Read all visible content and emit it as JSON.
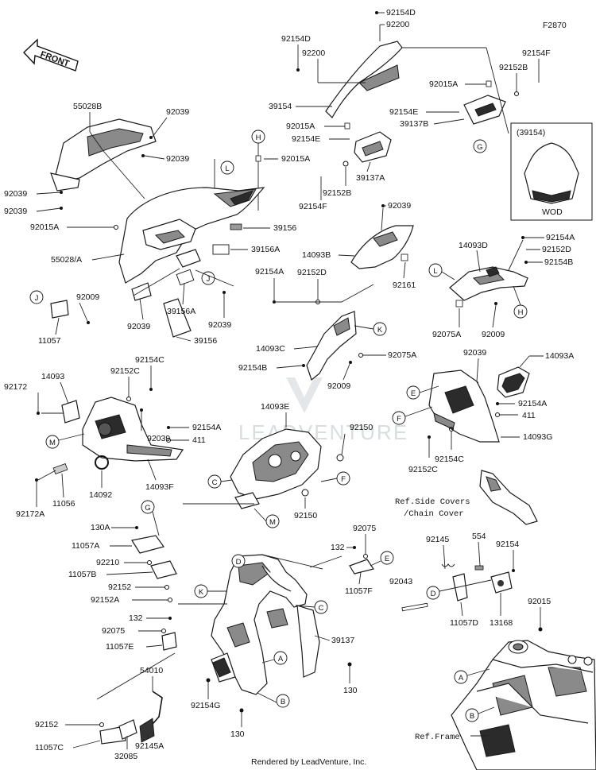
{
  "diagram_code": "F2870",
  "front_label": "FRONT",
  "watermark": "LEADVENTURE",
  "footer": "Rendered by LeadVenture, Inc.",
  "inset": {
    "code": "(39154)",
    "caption": "WOD"
  },
  "refs": {
    "side_covers_1": "Ref.Side Covers",
    "side_covers_2": "/Chain Cover",
    "frame": "Ref.Frame"
  },
  "parts": {
    "p92154D_a": "92154D",
    "p92200_a": "92200",
    "p92154D_b": "92154D",
    "p92200_b": "92200",
    "p92154F_a": "92154F",
    "p92152B_a": "92152B",
    "p92015A_a": "92015A",
    "p39154": "39154",
    "p92154E_a": "92154E",
    "p39137B": "39137B",
    "p92015A_b": "92015A",
    "p92154E_b": "92154E",
    "p39137A": "39137A",
    "p92152B_b": "92152B",
    "p92154F_b": "92154F",
    "p55028B": "55028B",
    "p92039_a": "92039",
    "p92039_b": "92039",
    "p92039_c": "92039",
    "p92039_d": "92039",
    "p92015A_c": "92015A",
    "p92015A_d": "92015A",
    "p39156": "39156",
    "p39156A": "39156A",
    "p55028A": "55028/A",
    "p39156A_b": "39156A",
    "p92039_e": "92039",
    "p92039_f": "92039",
    "p39156_b": "39156",
    "p92039_g": "92039",
    "p14093B": "14093B",
    "p92154A_a": "92154A",
    "p92152D_a": "92152D",
    "p92161": "92161",
    "p14093D": "14093D",
    "p92154A_b": "92154A",
    "p92152D_b": "92152D",
    "p92154B_a": "92154B",
    "p92075A_a": "92075A",
    "p92009_a": "92009",
    "p14093C": "14093C",
    "p92154B_b": "92154B",
    "p92075A_b": "92075A",
    "p92009_b": "92009",
    "p92009_c": "92009",
    "p11057": "11057",
    "p92154C_a": "92154C",
    "p14093": "14093",
    "p92152C_a": "92152C",
    "p92172": "92172",
    "p92039_h": "92039",
    "p92154A_c": "92154A",
    "p411_a": "411",
    "p92172A": "92172A",
    "p11056": "11056",
    "p14092": "14092",
    "p14093F": "14093F",
    "p92039_i": "92039",
    "p14093A": "14093A",
    "p92154A_d": "92154A",
    "p411_b": "411",
    "p14093G": "14093G",
    "p92154C_b": "92154C",
    "p92152C_b": "92152C",
    "p14093E": "14093E",
    "p92150_a": "92150",
    "p92150_b": "92150",
    "p130A": "130A",
    "p11057A": "11057A",
    "p92210": "92210",
    "p11057B": "11057B",
    "p92152_a": "92152",
    "p92152A": "92152A",
    "p132_a": "132",
    "p92075_a": "92075",
    "p11057E": "11057E",
    "p92075_b": "92075",
    "p132_b": "132",
    "p11057F": "11057F",
    "p92145": "92145",
    "p554": "554",
    "p92154": "92154",
    "p92043": "92043",
    "p11057D": "11057D",
    "p13168": "13168",
    "p39137": "39137",
    "p92015": "92015",
    "p54010": "54010",
    "p92152_b": "92152",
    "p11057C": "11057C",
    "p32085": "32085",
    "p92145A": "92145A",
    "p92154G": "92154G",
    "p130_a": "130",
    "p130_b": "130"
  },
  "callouts": {
    "H": "H",
    "L": "L",
    "J": "J",
    "G": "G",
    "K": "K",
    "E": "E",
    "F": "F",
    "M": "M",
    "C": "C",
    "D": "D",
    "A": "A",
    "B": "B"
  }
}
